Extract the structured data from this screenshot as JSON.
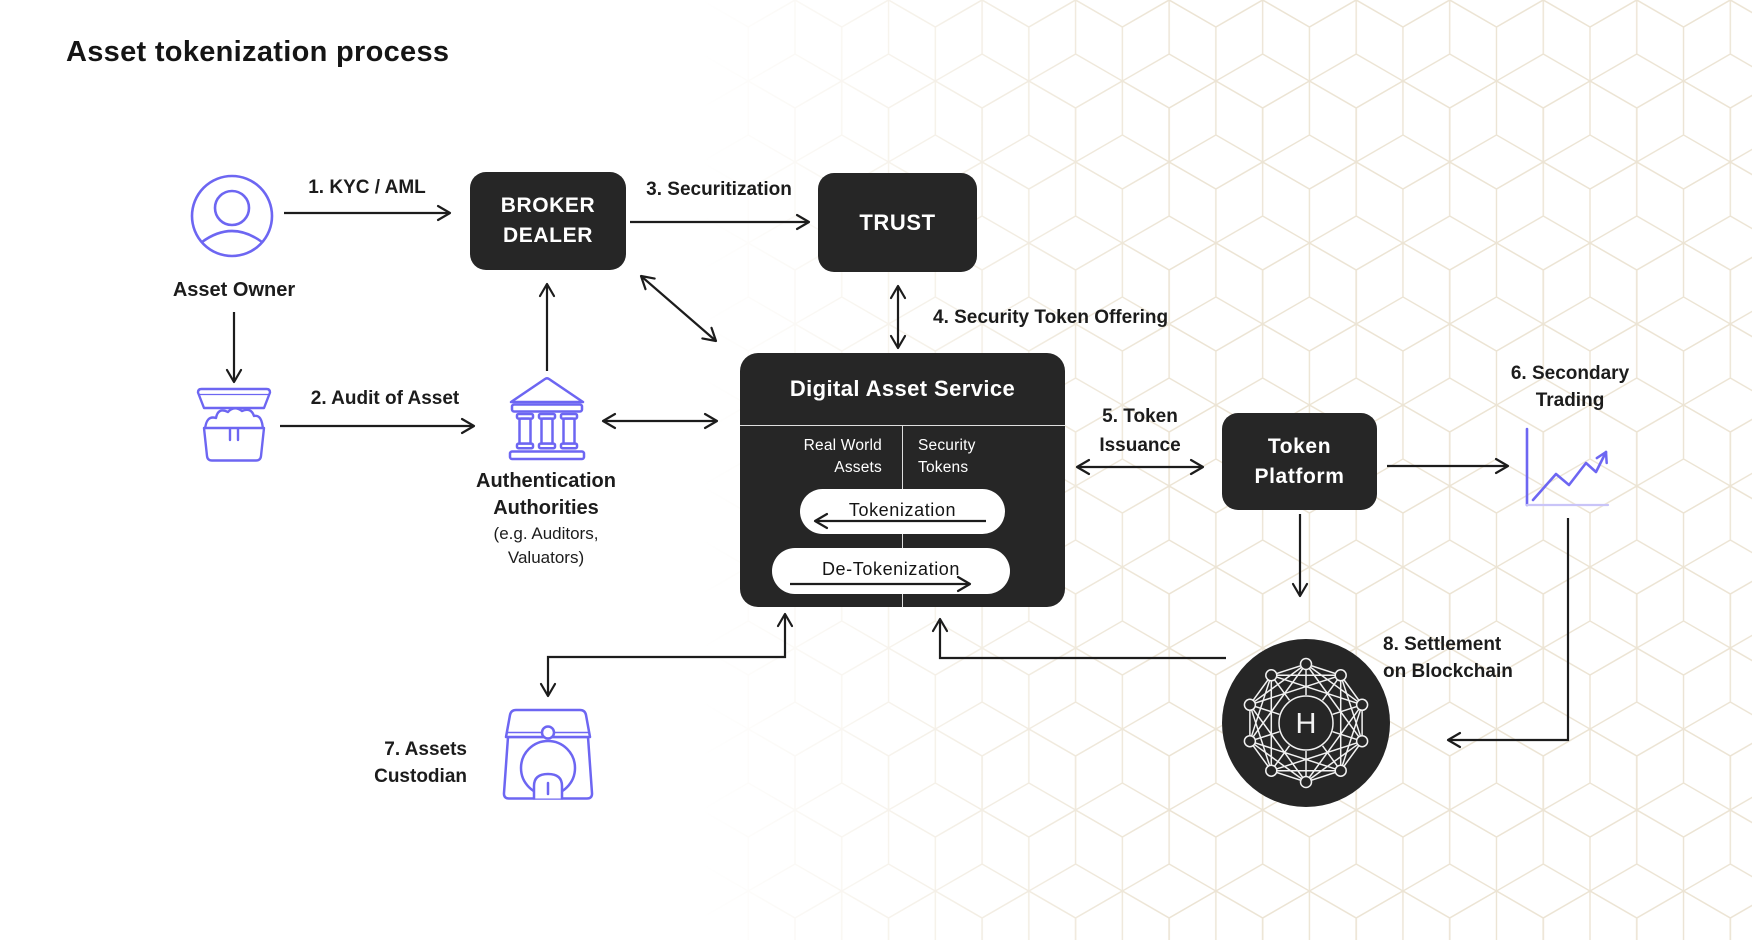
{
  "title": "Asset tokenization process",
  "colors": {
    "accent_purple": "#6d66f2",
    "box_dark": "#262626",
    "ink": "#1c1c1c",
    "pattern_line": "#ece4d4"
  },
  "steps": {
    "step1": "1. KYC / AML",
    "step2": "2. Audit of Asset",
    "step3": "3. Securitization",
    "step4": "4. Security Token Offering",
    "step5_line1": "5. Token",
    "step5_line2": "Issuance"
  },
  "nodes": {
    "asset_owner": {
      "label": "Asset Owner",
      "icon": "person-icon"
    },
    "asset": {
      "icon": "open-treasure-chest-icon"
    },
    "broker_dealer": {
      "label_line1": "BROKER",
      "label_line2": "DEALER"
    },
    "trust": {
      "label": "TRUST"
    },
    "authentication_authorities": {
      "label_line1": "Authentication",
      "label_line2": "Authorities",
      "sub_line1": "(e.g. Auditors,",
      "sub_line2": "Valuators)",
      "icon": "bank-icon"
    },
    "digital_asset_service": {
      "title": "Digital Asset Service",
      "left_column_line1": "Real World",
      "left_column_line2": "Assets",
      "right_column_line1": "Security",
      "right_column_line2": "Tokens",
      "tokenization_label": "Tokenization",
      "detokenization_label": "De-Tokenization"
    },
    "token_platform": {
      "label_line1": "Token",
      "label_line2": "Platform"
    },
    "secondary_trading": {
      "label_line1": "6. Secondary",
      "label_line2": "Trading",
      "icon": "growth-chart-icon"
    },
    "assets_custodian": {
      "label_line1": "7. Assets",
      "label_line2": "Custodian",
      "icon": "locked-chest-icon"
    },
    "blockchain": {
      "label_line1": "8. Settlement",
      "label_line2": "on Blockchain",
      "icon": "hashgraph-network-icon",
      "center_glyph": "H"
    }
  }
}
